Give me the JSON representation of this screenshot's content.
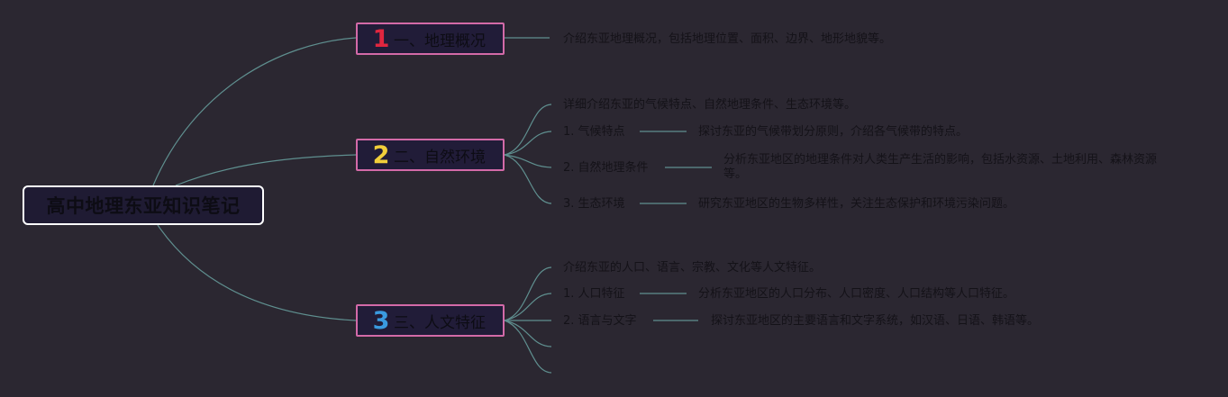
{
  "root": {
    "title": "高中地理东亚知识笔记"
  },
  "colors": {
    "background": "#2b2731",
    "connector": "#5f8f8f",
    "branch_border": "#d36aa8",
    "num1": "#e0263f",
    "num2": "#f2cf3a",
    "num3": "#3a9ae0"
  },
  "branches": [
    {
      "num": "1",
      "label": "一、地理概况",
      "desc": "介绍东亚地理概况，包括地理位置、面积、边界、地形地貌等。"
    },
    {
      "num": "2",
      "label": "二、自然环境",
      "intro": "详细介绍东亚的气候特点、自然地理条件、生态环境等。",
      "items": [
        {
          "title": "1. 气候特点",
          "detail": "探讨东亚的气候带划分原则，介绍各气候带的特点。"
        },
        {
          "title": "2. 自然地理条件",
          "detail": "分析东亚地区的地理条件对人类生产生活的影响，包括水资源、土地利用、森林资源等。"
        },
        {
          "title": "3. 生态环境",
          "detail": "研究东亚地区的生物多样性，关注生态保护和环境污染问题。"
        }
      ]
    },
    {
      "num": "3",
      "label": "三、人文特征",
      "intro": "介绍东亚的人口、语言、宗教、文化等人文特征。",
      "items": [
        {
          "title": "1. 人口特征",
          "detail": "分析东亚地区的人口分布、人口密度、人口结构等人口特征。"
        },
        {
          "title": "2. 语言与文字",
          "detail": "探讨东亚地区的主要语言和文字系统，如汉语、日语、韩语等。"
        }
      ]
    }
  ]
}
